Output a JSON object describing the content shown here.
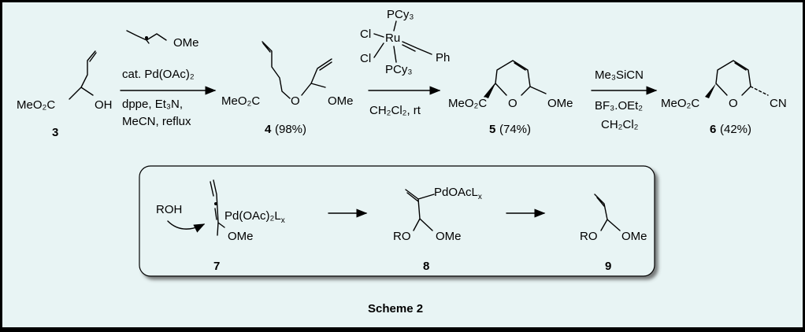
{
  "caption": "Scheme 2",
  "compounds": {
    "c3": {
      "number": "3",
      "ester": "MeO₂C",
      "oh": "OH"
    },
    "c4": {
      "number": "4",
      "yield": "(98%)",
      "ester": "MeO₂C",
      "o": "O",
      "ome": "OMe"
    },
    "c5": {
      "number": "5",
      "yield": "(74%)",
      "ester": "MeO₂C",
      "o": "O",
      "ome": "OMe"
    },
    "c6": {
      "number": "6",
      "yield": "(42%)",
      "ester": "MeO₂C",
      "o": "O",
      "cn": "CN"
    },
    "c7": {
      "number": "7",
      "roh": "ROH",
      "pd": "Pd(OAc)₂L",
      "pd_sub": "x",
      "ome": "OMe"
    },
    "c8": {
      "number": "8",
      "pd": "PdOAcL",
      "pd_sub": "x",
      "ro": "RO",
      "ome": "OMe"
    },
    "c9": {
      "number": "9",
      "ro": "RO",
      "ome": "OMe"
    }
  },
  "step1": {
    "reagent_ome": "OMe",
    "cat": "cat. Pd(OAc)₂",
    "ligand": "dppe, Et₃N,",
    "solvent": "MeCN, reflux"
  },
  "step2": {
    "cl1": "Cl",
    "cl2": "Cl",
    "pcy_top": "PCy₃",
    "pcy_bottom": "PCy₃",
    "ru": "Ru",
    "ph": "Ph",
    "conditions": "CH₂Cl₂, rt"
  },
  "step3": {
    "reagent": "Me₃SiCN",
    "lewis_acid": "BF₃.OEt₂",
    "solvent": "CH₂Cl₂"
  },
  "colors": {
    "background": "#e8f4f4",
    "frame": "#000000",
    "ink": "#000000"
  }
}
